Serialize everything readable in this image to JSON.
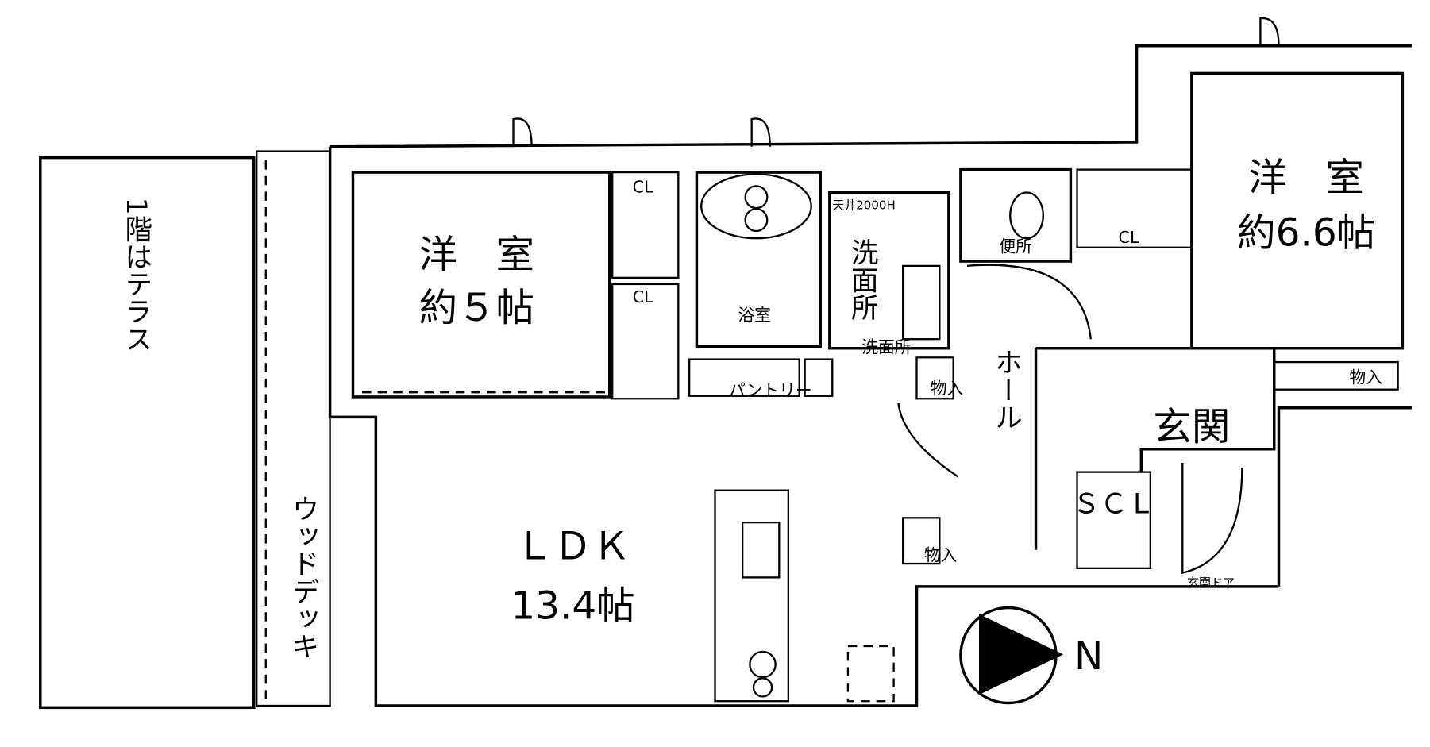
{
  "plan": {
    "terrace": "1階はテラス",
    "wood_deck": "ウッドデッキ",
    "room_west": {
      "name": "洋　室",
      "size": "約５帖"
    },
    "ldk": {
      "name": "ＬＤＫ",
      "size": "13.4帖"
    },
    "room_east": {
      "name": "洋　室",
      "size": "約6.6帖"
    },
    "washroom": "洗面所",
    "washroom_small": "洗面所",
    "bath": "浴室",
    "toilet": "便所",
    "hall": "ホール",
    "entrance": "玄関",
    "scl": "ＳＣＬ",
    "cl_1": "CL",
    "cl_2": "CL",
    "cl_3": "CL",
    "storage_1": "物入",
    "storage_2": "物入",
    "storage_3": "物入",
    "pantry": "パントリー",
    "ceiling": "天井2000H",
    "entrance_door": "玄関ドア",
    "compass": "N"
  }
}
